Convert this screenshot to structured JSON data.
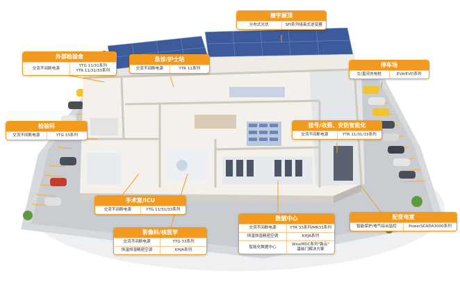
{
  "colors": {
    "accent": "#f29a1f",
    "roof_solar": "#3b5b9c",
    "parking_stripe": "#f2b12e"
  },
  "callouts": [
    {
      "id": "rooftop",
      "title": "楼宇屋顶",
      "rows": [
        [
          "分布式光伏",
          "SPI系列组串式逆变器"
        ]
      ]
    },
    {
      "id": "external-lab",
      "title": "外部检验舍",
      "rows": [
        [
          "交流不间断电源",
          "YTG 11/31系列\nYTR 11/31/33系列"
        ]
      ]
    },
    {
      "id": "emergency",
      "title": "急诊/护士站",
      "rows": [
        [
          "交流不间断电源",
          "YTR 11系列"
        ]
      ]
    },
    {
      "id": "parking",
      "title": "停车场",
      "rows": [
        [
          "交/直流充电桩",
          "EVA/EVD系列"
        ]
      ]
    },
    {
      "id": "lab",
      "title": "检验科",
      "rows": [
        [
          "交流不间断电源",
          "YTG 33系列"
        ]
      ]
    },
    {
      "id": "registration",
      "title": "挂号/收费、安防智能化",
      "rows": [
        [
          "交流不间断电源",
          "YTR 11/31/33系列"
        ]
      ]
    },
    {
      "id": "surgery",
      "title": "手术室/ICU",
      "rows": [
        [
          "交流不间断电源",
          "YTG 11/31/33系列"
        ]
      ]
    },
    {
      "id": "power-room",
      "title": "配变电室",
      "rows": [
        [
          "智能保护/电气综合监控",
          "PowerSCADA3000系列"
        ]
      ]
    },
    {
      "id": "imaging",
      "title": "影像科/核医学",
      "rows": [
        [
          "交流不间断电源",
          "YTG 33系列"
        ],
        [
          "恒温恒湿精密空调",
          "KHJA系列"
        ]
      ]
    },
    {
      "id": "data-center",
      "title": "数据中心",
      "rows": [
        [
          "交流不间断电源",
          "YTR 33系列/MR33系列"
        ],
        [
          "恒温恒湿精密空调",
          "KHJA系列"
        ],
        [
          "智能化数据中心",
          "WiseMDC系列\"磐云\"\n基础门解决方案"
        ]
      ]
    }
  ]
}
